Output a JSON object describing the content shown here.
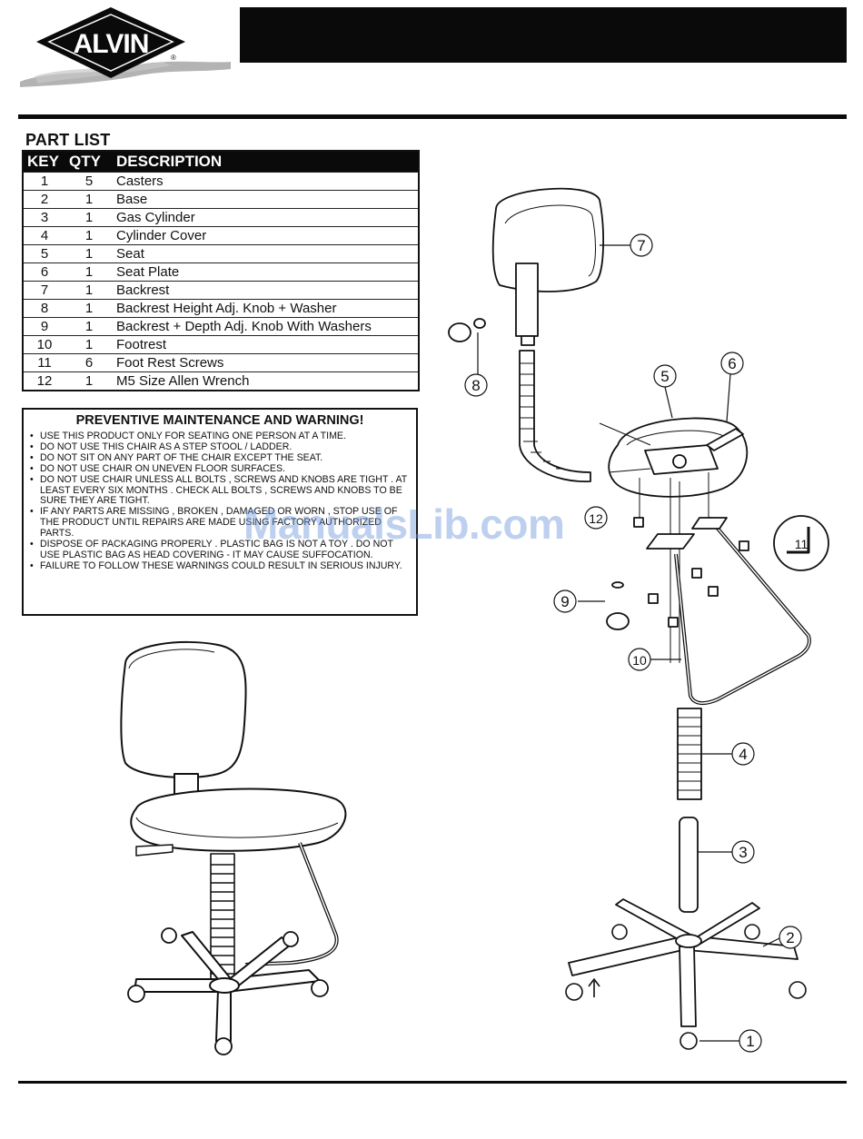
{
  "brand": {
    "logo_text": "ALVIN",
    "registered_mark": "®"
  },
  "part_list": {
    "title": "PART LIST",
    "headers": {
      "key": "KEY",
      "qty": "QTY",
      "description": "DESCRIPTION"
    },
    "rows": [
      {
        "key": "1",
        "qty": "5",
        "description": "Casters"
      },
      {
        "key": "2",
        "qty": "1",
        "description": "Base"
      },
      {
        "key": "3",
        "qty": "1",
        "description": "Gas Cylinder"
      },
      {
        "key": "4",
        "qty": "1",
        "description": "Cylinder Cover"
      },
      {
        "key": "5",
        "qty": "1",
        "description": "Seat"
      },
      {
        "key": "6",
        "qty": "1",
        "description": "Seat Plate"
      },
      {
        "key": "7",
        "qty": "1",
        "description": "Backrest"
      },
      {
        "key": "8",
        "qty": "1",
        "description": "Backrest Height Adj. Knob + Washer"
      },
      {
        "key": "9",
        "qty": "1",
        "description": "Backrest + Depth Adj. Knob With Washers"
      },
      {
        "key": "10",
        "qty": "1",
        "description": "Footrest"
      },
      {
        "key": "11",
        "qty": "6",
        "description": "Foot Rest Screws"
      },
      {
        "key": "12",
        "qty": "1",
        "description": "M5 Size Allen Wrench"
      }
    ]
  },
  "warning": {
    "title": "PREVENTIVE MAINTENANCE AND WARNING!",
    "items": [
      "USE THIS PRODUCT ONLY FOR SEATING ONE PERSON AT A TIME.",
      "DO NOT USE THIS CHAIR AS A STEP STOOL / LADDER.",
      "DO NOT SIT ON ANY PART OF THE CHAIR EXCEPT THE SEAT.",
      "DO NOT USE CHAIR ON UNEVEN FLOOR SURFACES.",
      "DO NOT USE CHAIR UNLESS ALL BOLTS , SCREWS AND KNOBS ARE TIGHT . AT LEAST EVERY SIX MONTHS . CHECK ALL BOLTS , SCREWS AND KNOBS TO BE SURE THEY ARE TIGHT.",
      "IF ANY PARTS ARE MISSING , BROKEN , DAMAGED OR WORN , STOP USE OF THE PRODUCT UNTIL REPAIRS ARE MADE USING FACTORY AUTHORIZED PARTS.",
      "DISPOSE OF PACKAGING PROPERLY . PLASTIC BAG IS NOT A TOY . DO NOT USE PLASTIC BAG AS HEAD COVERING - IT MAY CAUSE SUFFOCATION.",
      "FAILURE TO FOLLOW THESE WARNINGS COULD RESULT IN SERIOUS INJURY."
    ]
  },
  "watermark": "ManualsLib.com",
  "callouts": [
    "1",
    "2",
    "3",
    "4",
    "5",
    "6",
    "7",
    "8",
    "9",
    "10",
    "11",
    "12"
  ]
}
